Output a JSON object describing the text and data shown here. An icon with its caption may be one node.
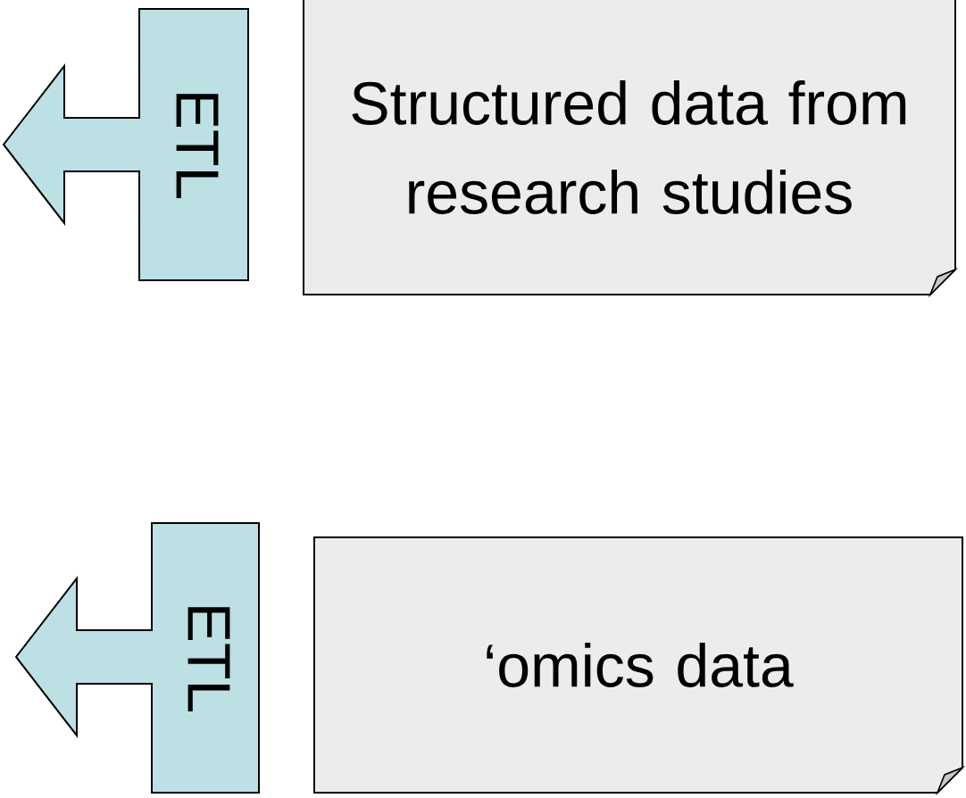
{
  "diagram": {
    "nodes": [
      {
        "text": [
          "ETL"
        ]
      },
      {
        "text": [
          "Structured data from research studies"
        ]
      },
      {
        "text": [
          "ETL"
        ]
      },
      {
        "text": [
          "‘omics data"
        ]
      }
    ]
  }
}
